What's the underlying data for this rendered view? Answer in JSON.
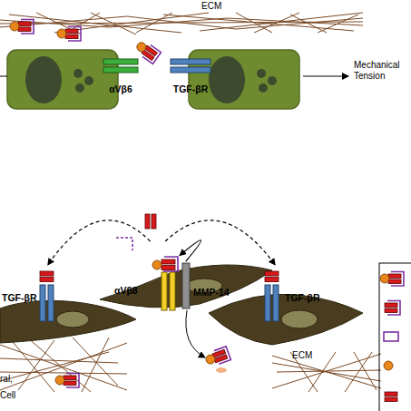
{
  "diagram": {
    "nodes": [
      {
        "text": [
          "αVβ6"
        ]
      },
      {
        "text": [
          "TGF-βR"
        ]
      },
      {
        "text": [
          "TGF-βR"
        ]
      },
      {
        "text": [
          "αVβ8"
        ]
      },
      {
        "text": [
          "MMP-14"
        ]
      },
      {
        "text": [
          "TGF-βR"
        ]
      }
    ],
    "edges": [
      {
        "from": 4,
        "to": 3,
        "arrow": "to"
      },
      {
        "from": 3,
        "to": 2,
        "arrow": "to"
      },
      {
        "from": 3,
        "to": 5,
        "arrow": "to"
      }
    ],
    "labels": [
      "ECM",
      "Mechanical Tension",
      "ECM",
      "ral,",
      "Cell"
    ]
  }
}
